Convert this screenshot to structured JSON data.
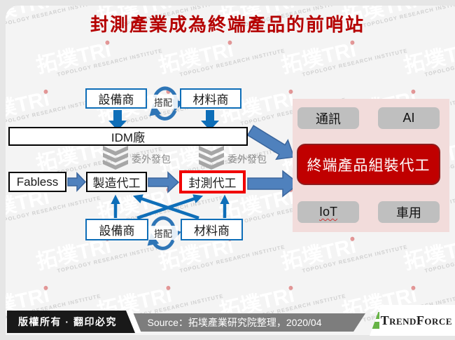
{
  "title": "封測產業成為終端產品的前哨站",
  "watermark": {
    "brand": "拓墣TRi",
    "caption": "TOPOLOGY RESEARCH INSTITUTE"
  },
  "diagram": {
    "suppliers_top": {
      "equipment": "設備商",
      "material": "材料商",
      "pairing": "搭配"
    },
    "idm": "IDM廠",
    "outsourcing_label": "委外發包",
    "chain": {
      "fabless": "Fabless",
      "foundry": "製造代工",
      "osat": "封測代工"
    },
    "suppliers_bottom": {
      "equipment": "設備商",
      "material": "材料商",
      "pairing": "搭配"
    },
    "end_products": {
      "assembly": "終端產品組裝代工",
      "comm": "通訊",
      "ai": "AI",
      "iot": "IoT",
      "auto": "車用"
    }
  },
  "footer": {
    "copyright": "版權所有 · 翻印必究",
    "source": "Source：拓墣產業研究院整理，2020/04",
    "brand": "TrendForce"
  },
  "colors": {
    "title_red": "#b50000",
    "box_blue_border": "#0e6eb8",
    "block_arrow_blue": "#4f81bd",
    "line_arrow_blue": "#0e6eb8",
    "chevron_gray": "#a6a6a6",
    "panel_pink": "#f2dcdb",
    "chip_gray": "#bfbfbf",
    "highlight_red": "#c00000",
    "osat_border_red": "#f00000",
    "footer_black": "#191919",
    "footer_gray": "#7d7d7d",
    "trendforce_green": "#67b346"
  }
}
